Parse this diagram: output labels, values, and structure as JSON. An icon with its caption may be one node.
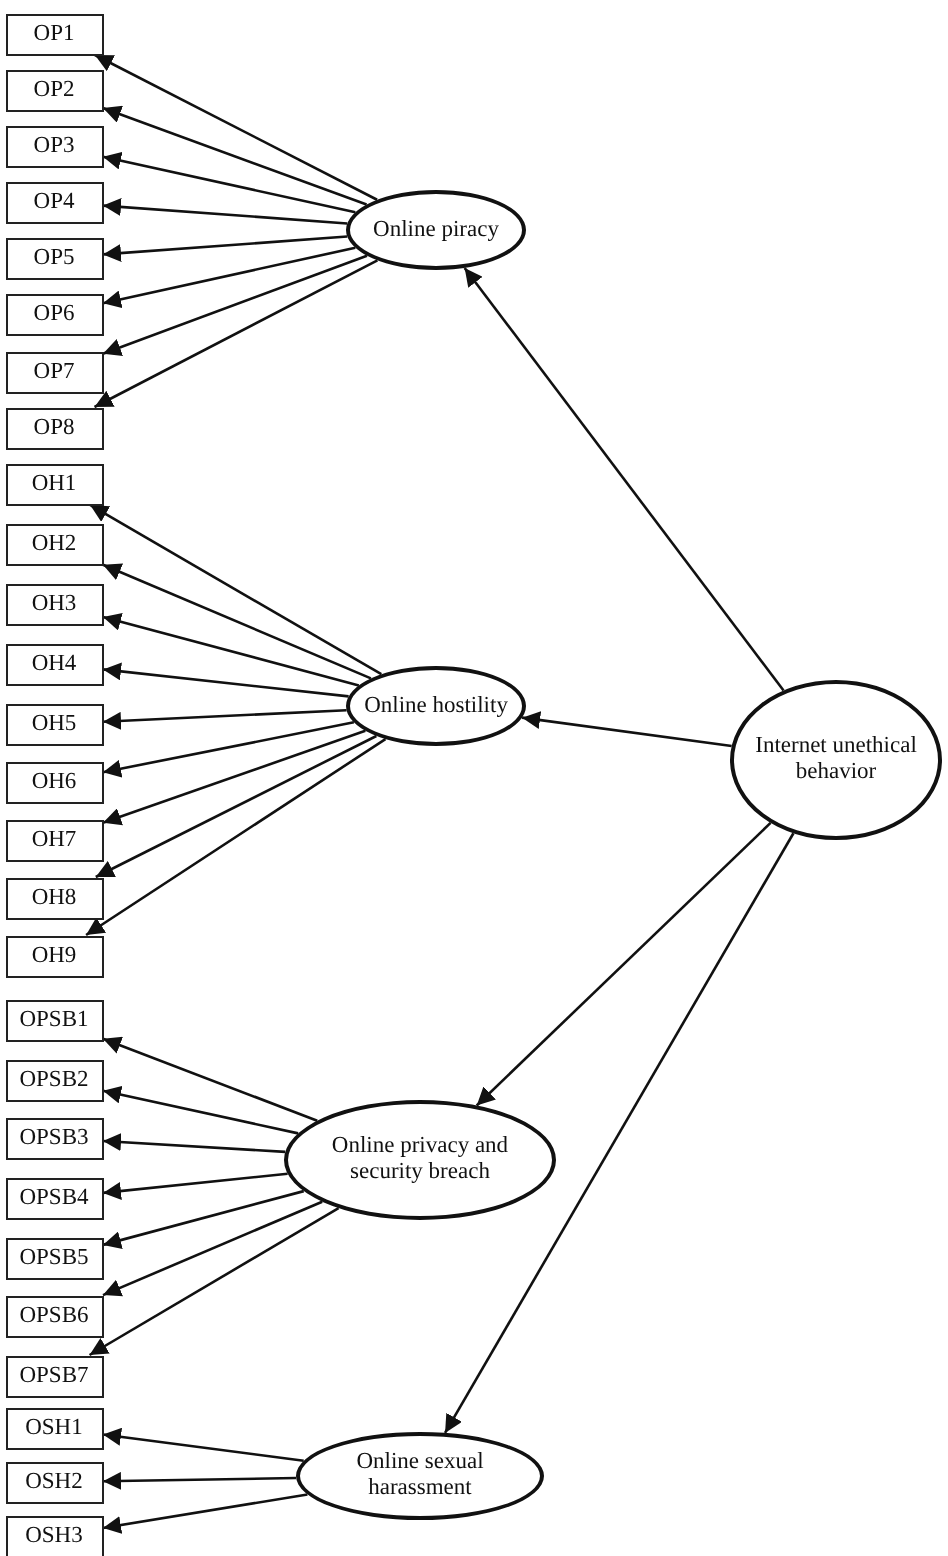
{
  "diagram": {
    "nodes": [
      {
        "text": [
          "OP1"
        ]
      },
      {
        "text": [
          "OP2"
        ]
      },
      {
        "text": [
          "OP3"
        ]
      },
      {
        "text": [
          "OP4"
        ]
      },
      {
        "text": [
          "OP5"
        ]
      },
      {
        "text": [
          "OP6"
        ]
      },
      {
        "text": [
          "OP7"
        ]
      },
      {
        "text": [
          "OP8"
        ]
      },
      {
        "text": [
          "Online piracy"
        ]
      },
      {
        "text": [
          "OH1"
        ]
      },
      {
        "text": [
          "OH2"
        ]
      },
      {
        "text": [
          "OH3"
        ]
      },
      {
        "text": [
          "OH4"
        ]
      },
      {
        "text": [
          "OH5"
        ]
      },
      {
        "text": [
          "OH6"
        ]
      },
      {
        "text": [
          "OH7"
        ]
      },
      {
        "text": [
          "OH8"
        ]
      },
      {
        "text": [
          "OH9"
        ]
      },
      {
        "text": [
          "Online hostility"
        ]
      },
      {
        "text": [
          "OPSB1"
        ]
      },
      {
        "text": [
          "OPSB2"
        ]
      },
      {
        "text": [
          "OPSB3"
        ]
      },
      {
        "text": [
          "OPSB4"
        ]
      },
      {
        "text": [
          "OPSB5"
        ]
      },
      {
        "text": [
          "OPSB6"
        ]
      },
      {
        "text": [
          "OPSB7"
        ]
      },
      {
        "text": [
          "Online privacy and security breach"
        ]
      },
      {
        "text": [
          "OSH1"
        ]
      },
      {
        "text": [
          "OSH2"
        ]
      },
      {
        "text": [
          "OSH3"
        ]
      },
      {
        "text": [
          "Online sexual harassment"
        ]
      },
      {
        "text": [
          "Internet unethical behavior"
        ]
      }
    ],
    "edges": [
      {
        "from": 8,
        "to": 0,
        "arrow": "to"
      },
      {
        "from": 8,
        "to": 1,
        "arrow": "to"
      },
      {
        "from": 8,
        "to": 2,
        "arrow": "to"
      },
      {
        "from": 8,
        "to": 3,
        "arrow": "to"
      },
      {
        "from": 8,
        "to": 4,
        "arrow": "to"
      },
      {
        "from": 8,
        "to": 5,
        "arrow": "to"
      },
      {
        "from": 8,
        "to": 6,
        "arrow": "to"
      },
      {
        "from": 8,
        "to": 7,
        "arrow": "to"
      },
      {
        "from": 18,
        "to": 9,
        "arrow": "to"
      },
      {
        "from": 18,
        "to": 10,
        "arrow": "to"
      },
      {
        "from": 18,
        "to": 11,
        "arrow": "to"
      },
      {
        "from": 18,
        "to": 12,
        "arrow": "to"
      },
      {
        "from": 18,
        "to": 13,
        "arrow": "to"
      },
      {
        "from": 18,
        "to": 14,
        "arrow": "to"
      },
      {
        "from": 18,
        "to": 15,
        "arrow": "to"
      },
      {
        "from": 18,
        "to": 16,
        "arrow": "to"
      },
      {
        "from": 18,
        "to": 17,
        "arrow": "to"
      },
      {
        "from": 26,
        "to": 19,
        "arrow": "to"
      },
      {
        "from": 26,
        "to": 20,
        "arrow": "to"
      },
      {
        "from": 26,
        "to": 21,
        "arrow": "to"
      },
      {
        "from": 26,
        "to": 22,
        "arrow": "to"
      },
      {
        "from": 26,
        "to": 23,
        "arrow": "to"
      },
      {
        "from": 26,
        "to": 24,
        "arrow": "to"
      },
      {
        "from": 26,
        "to": 25,
        "arrow": "to"
      },
      {
        "from": 30,
        "to": 27,
        "arrow": "to"
      },
      {
        "from": 30,
        "to": 28,
        "arrow": "to"
      },
      {
        "from": 30,
        "to": 29,
        "arrow": "to"
      },
      {
        "from": 31,
        "to": 8,
        "arrow": "to"
      },
      {
        "from": 31,
        "to": 18,
        "arrow": "to"
      },
      {
        "from": 31,
        "to": 26,
        "arrow": "to"
      },
      {
        "from": 31,
        "to": 30,
        "arrow": "to"
      }
    ]
  }
}
